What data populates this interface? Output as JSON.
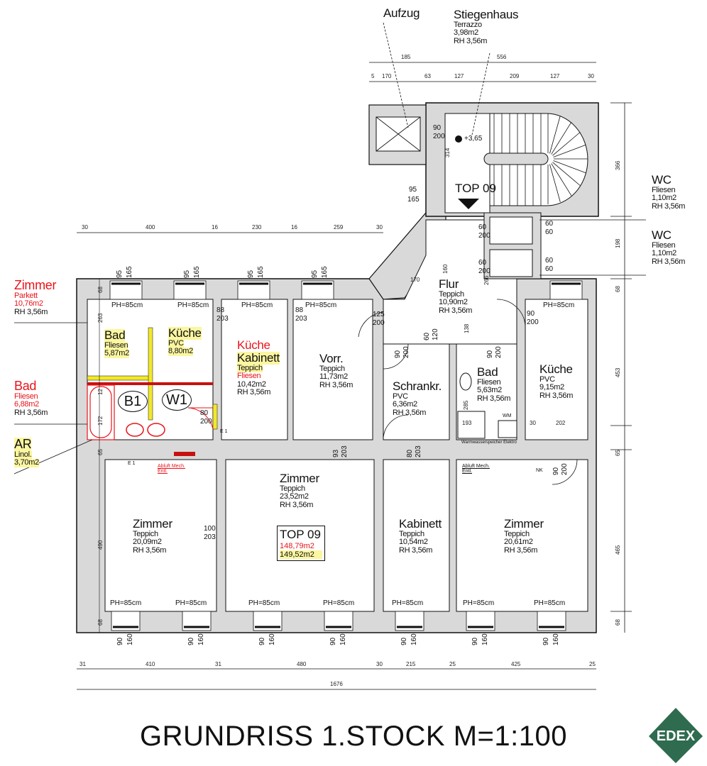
{
  "title": "GRUNDRISS 1.STOCK  M=1:100",
  "logo_text": "EDEX",
  "colors": {
    "wall": "#d9d9d9",
    "red": "#e8141b",
    "highlight": "#fbf6a0",
    "logo": "#2e6b4f"
  },
  "labels": {
    "zimmer_callout": {
      "lines": [
        "Zimmer",
        "Parkett",
        "10,76m2",
        "RH 3,56m"
      ],
      "color": "red"
    },
    "bad_callout": {
      "lines": [
        "Bad",
        "Fliesen",
        "6,88m2",
        "RH 3,56m"
      ],
      "color": "red"
    },
    "ar_callout": {
      "lines": [
        "AR",
        "Linol.",
        "3,70m2"
      ],
      "highlight": true
    },
    "bad_left": {
      "lines": [
        "Bad",
        "Fliesen",
        "5,87m2"
      ],
      "highlight": true
    },
    "kueche_left": {
      "lines": [
        "Küche",
        "PVC",
        "8,80m2"
      ],
      "highlight": true
    },
    "kueche_kabinett": {
      "lines": [
        "Küche",
        "Kabinett",
        "Teppich",
        "Fliesen",
        "10,42m2",
        "RH 3,56m"
      ]
    },
    "vorraum": {
      "lines": [
        "Vorr.",
        "Teppich",
        "11,73m2",
        "RH 3,56m"
      ]
    },
    "flur": {
      "lines": [
        "Flur",
        "Teppich",
        "10,90m2",
        "RH 3,56m"
      ]
    },
    "schrankraum": {
      "lines": [
        "Schrankr.",
        "PVC",
        "6,36m2",
        "RH 3,56m"
      ]
    },
    "bad_right": {
      "lines": [
        "Bad",
        "Fliesen",
        "5,63m2",
        "RH 3,56m"
      ]
    },
    "kueche_right": {
      "lines": [
        "Küche",
        "PVC",
        "9,15m2",
        "RH 3,56m"
      ]
    },
    "zimmer_1": {
      "lines": [
        "Zimmer",
        "Teppich",
        "20,09m2",
        "RH 3,56m"
      ]
    },
    "zimmer_2": {
      "lines": [
        "Zimmer",
        "Teppich",
        "23,52m2",
        "RH 3,56m"
      ]
    },
    "kabinett": {
      "lines": [
        "Kabinett",
        "Teppich",
        "10,54m2",
        "RH 3,56m"
      ]
    },
    "zimmer_3": {
      "lines": [
        "Zimmer",
        "Teppich",
        "20,61m2",
        "RH 3,56m"
      ]
    },
    "stiegenhaus": {
      "lines": [
        "Stiegenhaus",
        "Terrazzo",
        "3,98m2",
        "RH 3,56m"
      ]
    },
    "aufzug": {
      "lines": [
        "Aufzug"
      ]
    },
    "wc_1": {
      "lines": [
        "WC",
        "Fliesen",
        "1,10m2",
        "RH 3,56m"
      ]
    },
    "wc_2": {
      "lines": [
        "WC",
        "Fliesen",
        "1,10m2",
        "RH 3,56m"
      ]
    }
  },
  "summary": {
    "unit": "TOP 09",
    "area_red": "148,79m2",
    "area_yellow": "149,52m2"
  },
  "entrance_label": "TOP 09",
  "level_mark": "+3,65",
  "fixtures": {
    "b1": "B1",
    "w1": "W1",
    "wm": "WM",
    "nk": "NK",
    "abluft": "Abluft Mech. Entl.",
    "boiler": "Warmwasserspeicher Elektro",
    "e1": "E 1",
    "e": "E"
  },
  "window_label": "PH=85cm",
  "openings": {
    "w_top": [
      "95",
      "165"
    ],
    "w_bottom": [
      "90",
      "160"
    ],
    "d_90_200": [
      "90",
      "200"
    ],
    "d_88_203": [
      "88",
      "203"
    ],
    "d_100_203": [
      "100",
      "203"
    ],
    "d_125_200": [
      "125",
      "200"
    ],
    "d_60_120": [
      "60",
      "120"
    ],
    "d_80_200": [
      "80",
      "200"
    ],
    "d_60_200": [
      "60",
      "200"
    ],
    "d_80_203": [
      "80",
      "203"
    ],
    "d_93_203": [
      "93",
      "203"
    ],
    "d_95_165": [
      "95",
      "165"
    ],
    "wc_60": [
      "60",
      "60"
    ]
  },
  "dimensions": {
    "stair_top": [
      "185",
      "556"
    ],
    "stair_sub": [
      "5",
      "170",
      "63",
      "127",
      "209",
      "127",
      "30"
    ],
    "main_top": [
      "30",
      "400",
      "16",
      "230",
      "16",
      "259",
      "30"
    ],
    "bottom": [
      "31",
      "410",
      "31",
      "480",
      "30",
      "215",
      "25",
      "425",
      "25"
    ],
    "bottom_total": "1676",
    "right": [
      "366",
      "198",
      "68",
      "453",
      "65",
      "465",
      "68"
    ],
    "left": [
      "68",
      "263",
      "12",
      "172",
      "65",
      "490",
      "68"
    ],
    "misc": [
      "314",
      "170",
      "285",
      "193",
      "30",
      "202",
      "160",
      "266",
      "138"
    ]
  }
}
